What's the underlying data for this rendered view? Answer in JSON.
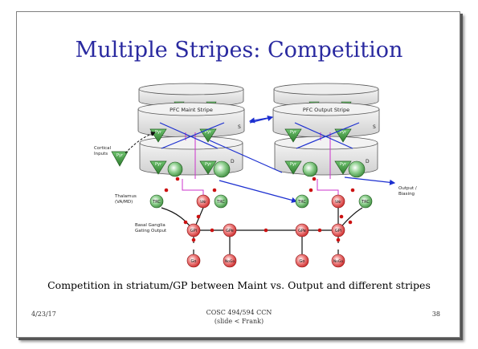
{
  "slide": {
    "title": "Multiple Stripes: Competition",
    "caption": "Competition in striatum/GP between Maint vs. Output and different stripes",
    "footer": {
      "date": "4/23/17",
      "course": "COSC 494/594 CCN",
      "credit": "(slide < Frank)",
      "page": "38"
    }
  },
  "diagram": {
    "stripes": [
      {
        "label": "PFC Maint Stripe",
        "s_label": "S",
        "d_label": "D"
      },
      {
        "label": "PFC Output Stripe",
        "s_label": "S",
        "d_label": "D"
      }
    ],
    "labels": {
      "cortical_inputs_line1": "Cortical",
      "cortical_inputs_line2": "Inputs",
      "thalamus_line1": "Thalamus",
      "thalamus_line2": "(VA/MD)",
      "bg_line1": "Basal Ganglia",
      "bg_line2": "Gating Output",
      "output_line1": "Output /",
      "output_line2": "Biasing"
    },
    "neurons": {
      "pyr": "Pyr",
      "trc": "TRC",
      "snr": "SNr",
      "gpi": "GPi",
      "gpe": "GPe",
      "go": "Go",
      "nogo": "NoGo"
    },
    "colors": {
      "pyramidal": "#3e9a3e",
      "trc_green": "#3a9a3a",
      "basal_red": "#e03535",
      "connection_blue": "#1c2fd0",
      "connection_magenta": "#cc33cc",
      "inhibitory": "#cc1111",
      "title_blue": "#2a2aa0"
    }
  }
}
